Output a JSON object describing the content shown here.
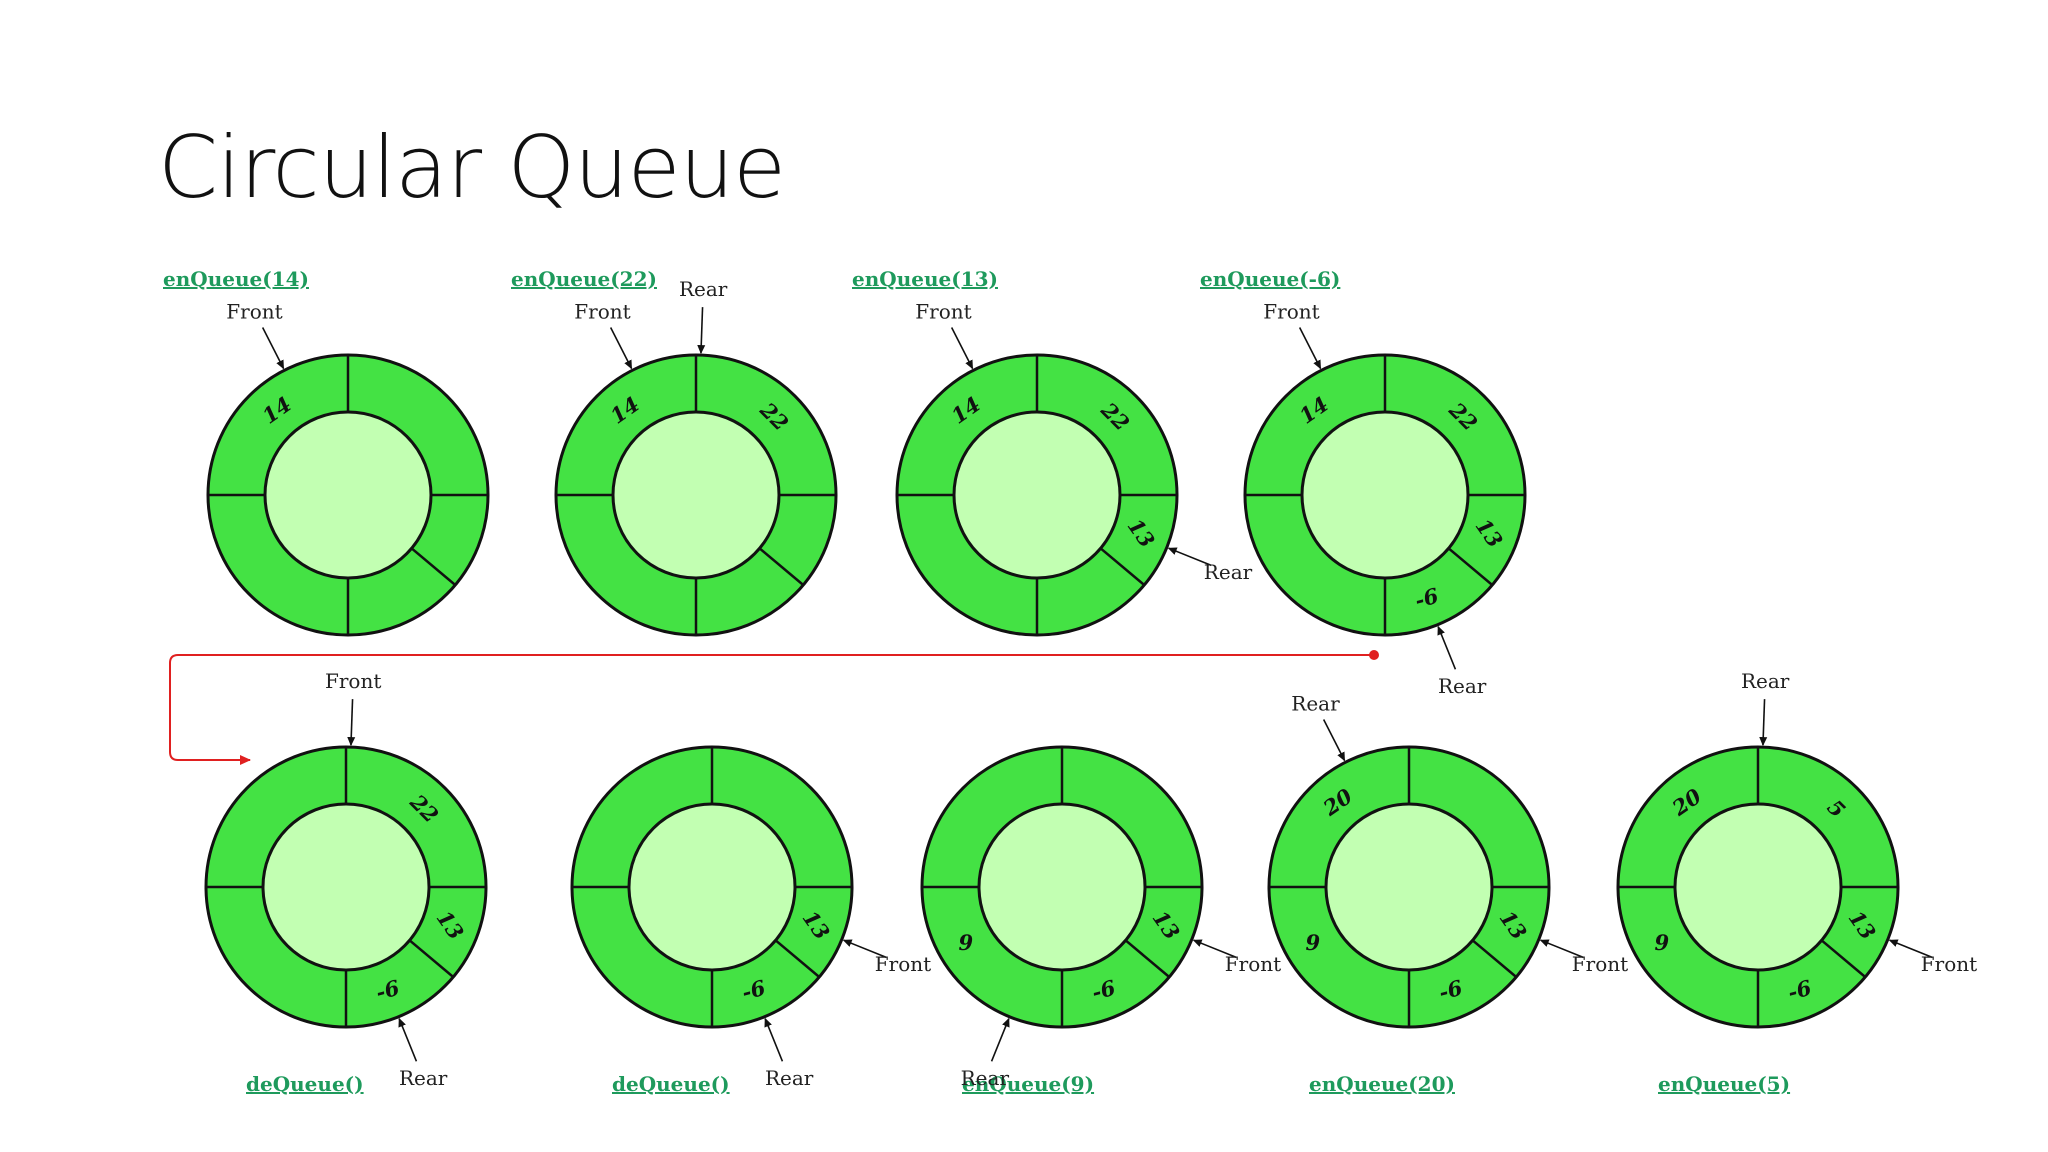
{
  "title": "Circular Queue",
  "colors": {
    "ring": "#44e244",
    "inner": "#c2ffb2",
    "stroke": "#111111",
    "operation": "#1e9a5c",
    "connector": "#e02020"
  },
  "labels": {
    "front": "Front",
    "rear": "Rear"
  },
  "steps": [
    {
      "operation": "enQueue(14)",
      "cells": [
        "",
        "14",
        "",
        "",
        "",
        ""
      ],
      "front": 1,
      "rear": 1
    },
    {
      "operation": "enQueue(22)",
      "cells": [
        "22",
        "14",
        "",
        "",
        "",
        ""
      ],
      "front": 1,
      "rear": 0
    },
    {
      "operation": "enQueue(13)",
      "cells": [
        "22",
        "14",
        "",
        "",
        "",
        "13"
      ],
      "front": 1,
      "rear": 5
    },
    {
      "operation": "enQueue(-6)",
      "cells": [
        "22",
        "14",
        "",
        "",
        "-6",
        "13"
      ],
      "front": 1,
      "rear": 4
    },
    {
      "operation": "deQueue()",
      "cells": [
        "22",
        "",
        "",
        "",
        "-6",
        "13"
      ],
      "front": 0,
      "rear": 4
    },
    {
      "operation": "deQueue()",
      "cells": [
        "",
        "",
        "",
        "",
        "-6",
        "13"
      ],
      "front": 5,
      "rear": 4
    },
    {
      "operation": "enQueue(9)",
      "cells": [
        "",
        "",
        "",
        "9",
        "-6",
        "13"
      ],
      "front": 5,
      "rear": 3
    },
    {
      "operation": "enQueue(20)",
      "cells": [
        "",
        "20",
        "",
        "9",
        "-6",
        "13"
      ],
      "front": 5,
      "rear": 1
    },
    {
      "operation": "enQueue(5)",
      "cells": [
        "5",
        "20",
        "",
        "9",
        "-6",
        "13"
      ],
      "front": 5,
      "rear": 0
    }
  ]
}
